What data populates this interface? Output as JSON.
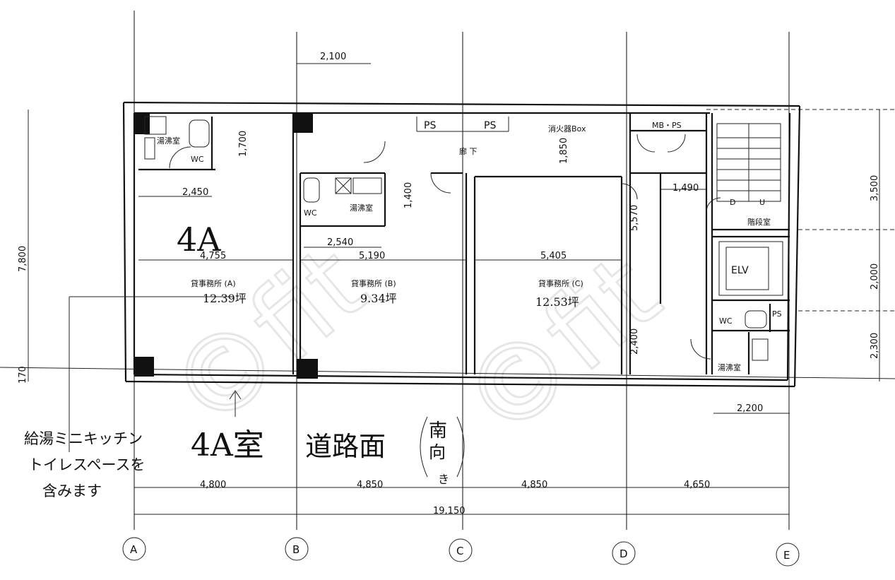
{
  "watermark": "©fit",
  "grid": {
    "labels": [
      "A",
      "B",
      "C",
      "D",
      "E"
    ]
  },
  "dims": {
    "top_2100": "2,100",
    "total_7800": "7,800",
    "d_1700": "1,700",
    "d_2450": "2,450",
    "d_1400": "1,400",
    "d_2540": "2,540",
    "d_4755": "4,755",
    "d_5190": "5,190",
    "d_5405": "5,405",
    "d_1850": "1,850",
    "d_5570": "5,570",
    "d_1490": "1,490",
    "d_2400": "2,400",
    "d_3500": "3,500",
    "d_2000": "2,000",
    "d_2300": "2,300",
    "d_2200": "2,200",
    "d_170": "170",
    "span_ab": "4,800",
    "span_bc": "4,850",
    "span_cd": "4,850",
    "span_de": "4,650",
    "total_width": "19,150"
  },
  "rooms": {
    "ps1": "PS",
    "ps2": "PS",
    "shokaki": "消火器Box",
    "mb_ps": "MB・PS",
    "corridor": "廊 下",
    "wc_a": "WC",
    "yuwakashi_a": "湯沸室",
    "wc_b": "WC",
    "yuwakashi_b": "湯沸室",
    "stair": "階段室",
    "stair_d": "D",
    "stair_u": "U",
    "elv": "ELV",
    "wc_e": "WC",
    "ps_e": "PS",
    "yuwakashi_e": "湯沸室",
    "office_a": "貸事務所 (A)",
    "office_b": "貸事務所 (B)",
    "office_c": "貸事務所 (C)"
  },
  "handwritten": {
    "unit_big": "4A",
    "area_a": "12.39坪",
    "area_b": "9.34坪",
    "area_c": "12.53坪",
    "room_label": "4A室",
    "road": "道路面",
    "south_1": "南",
    "south_2": "向",
    "south_3": "き",
    "note_1": "給湯ミニキッチン",
    "note_2": "トイレスペースを",
    "note_3": "含みます"
  }
}
